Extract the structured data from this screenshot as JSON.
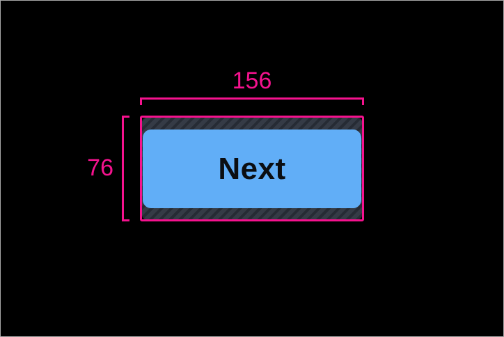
{
  "colors": {
    "canvas_bg": "#000000",
    "frame_border": "#a9a9a9",
    "accent_pink": "#f5128e",
    "padding_fill": "#353b46",
    "padding_stripe": "#262b34",
    "button_fill": "#61aef7",
    "button_text": "#0b0e12"
  },
  "measurements": {
    "width_label": "156",
    "height_label": "76"
  },
  "button": {
    "label": "Next"
  }
}
